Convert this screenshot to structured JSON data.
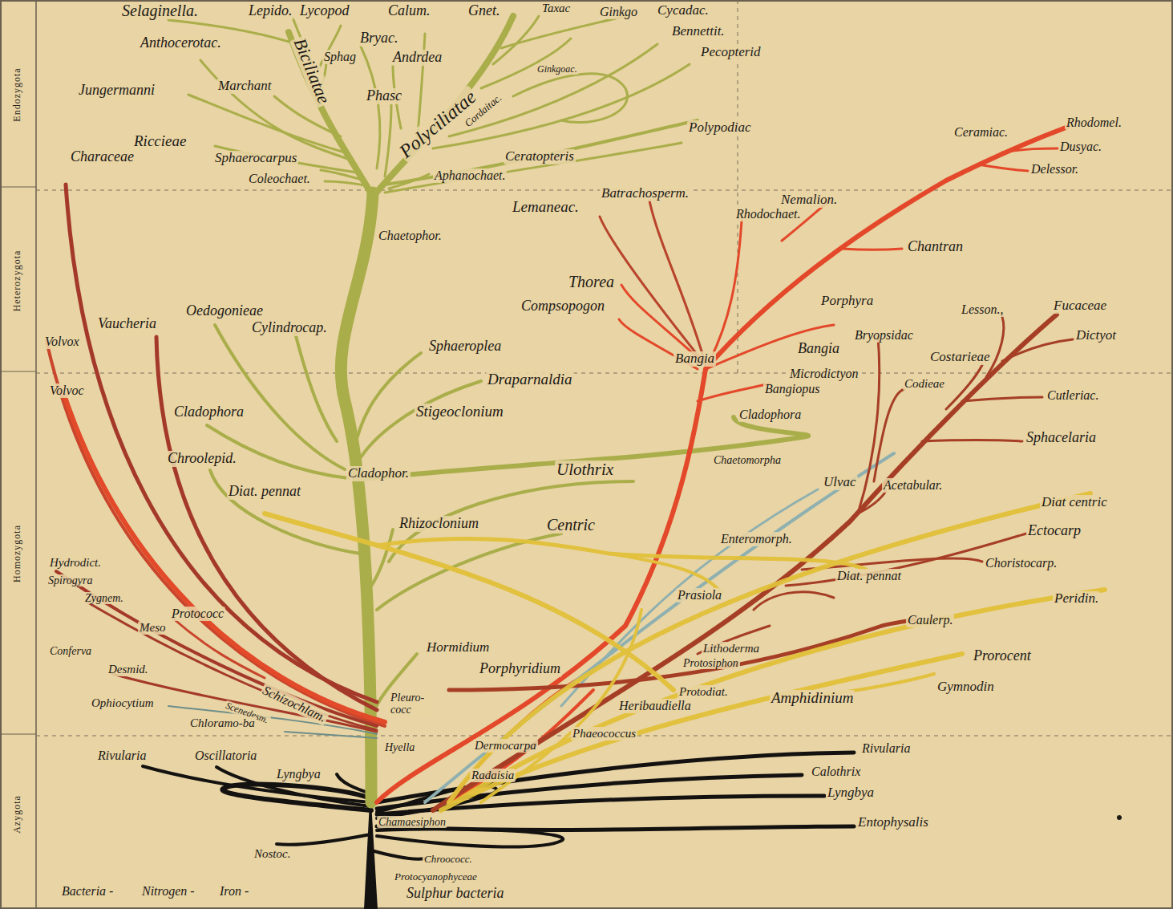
{
  "diagram": {
    "labels": [
      "Endozygota",
      "Heterozygota",
      "Homozygota",
      "Azygota",
      "Selaginella.",
      "Lepido.",
      "Lycopod",
      "Calum.",
      "Gnet.",
      "Taxac",
      "Ginkgo",
      "Cycadac.",
      "Bennettit.",
      "Pecopterid",
      "Anthocerotac.",
      "Bryac.",
      "Sphag",
      "Andrdea",
      "Biciliatae",
      "Polyciliatae",
      "Ginkgoac.",
      "Cordaitac.",
      "Jungermanni",
      "Marchant",
      "Phasc",
      "Polypodiac",
      "Riccieae",
      "Characeae",
      "Sphaerocarpus",
      "Ceratopteris",
      "Coleochaet.",
      "Aphanochaet.",
      "Chaetophor.",
      "Lemaneac.",
      "Batrachosperm.",
      "Nemalion.",
      "Rhodochaet.",
      "Chantran",
      "Ceramiac.",
      "Rhodomel.",
      "Dusyac.",
      "Delessor.",
      "Thorea",
      "Compsopogon",
      "Porphyra",
      "Lesson.,",
      "Fucaceae",
      "Bryopsidac",
      "Bangia",
      "Dictyot",
      "Costarieae",
      "Bangia",
      "Microdictyon",
      "Codieae",
      "Bangiopus",
      "Cutleriac.",
      "Cladophora",
      "Sphacelaria",
      "Chaetomorpha",
      "Ulvac",
      "Acetabular.",
      "Diat centric",
      "Ectocarp",
      "Enteromorph.",
      "Diat. pennat",
      "Choristocarp.",
      "Peridin.",
      "Prasiola",
      "Caulerp.",
      "Lithoderma",
      "Protosiphon",
      "Prorocent",
      "Protodiat.",
      "Gymnodin",
      "Amphidinium",
      "Heribaudiella",
      "Phaeococcus",
      "Volvox",
      "Vaucheria",
      "Oedogonieae",
      "Cylindrocap.",
      "Sphaeroplea",
      "Volvoc",
      "Draparnaldia",
      "Stigeoclonium",
      "Cladophora",
      "Chroolepid.",
      "Cladophor.",
      "Ulothrix",
      "Diat. pennat",
      "Rhizoclonium",
      "Centric",
      "Hydrodict.",
      "Spirogyra",
      "Zygnem.",
      "Protococc",
      "Meso",
      "Conferva",
      "Desmid.",
      "Hormidium",
      "Porphyridium",
      "Schizochlam.",
      "Pleuro- cocc",
      "Ophiocytium",
      "Scenedesm.",
      "Chloramo-ba",
      "Hyella",
      "Dermocarpa",
      "Radaisia",
      "Rivularia",
      "Oscillatoria",
      "Lyngbya",
      "Rivularia",
      "Calothrix",
      "Lyngbya",
      "Chamaesiphon",
      "Entophysalis",
      "Nostoc.",
      "Chroococc.",
      "Protocyanophyceae",
      "Bacteria -",
      "Nitrogen -",
      "Iron -",
      "Sulphur bacteria"
    ]
  }
}
